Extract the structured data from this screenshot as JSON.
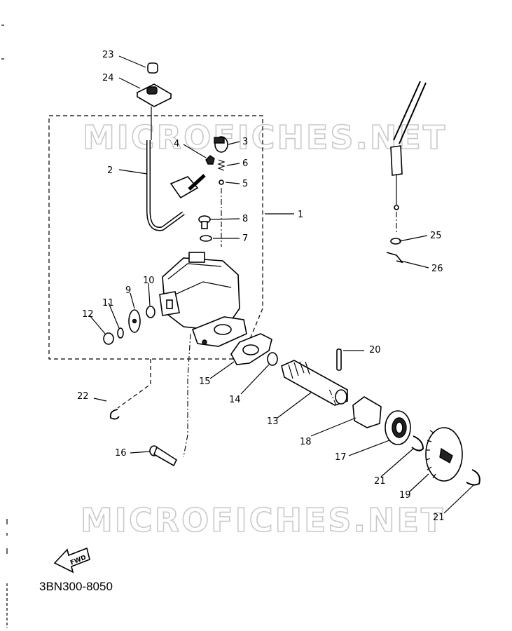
{
  "diagram": {
    "part_code": "3BN300-8050",
    "fwd_label": "FWD",
    "watermarks": [
      "MICROFICHES.NET",
      "MICROFICHES.NET"
    ],
    "callouts": [
      "1",
      "2",
      "3",
      "4",
      "5",
      "6",
      "7",
      "8",
      "9",
      "10",
      "11",
      "12",
      "13",
      "14",
      "15",
      "16",
      "17",
      "18",
      "19",
      "20",
      "21",
      "21",
      "22",
      "23",
      "24",
      "25",
      "26"
    ]
  }
}
